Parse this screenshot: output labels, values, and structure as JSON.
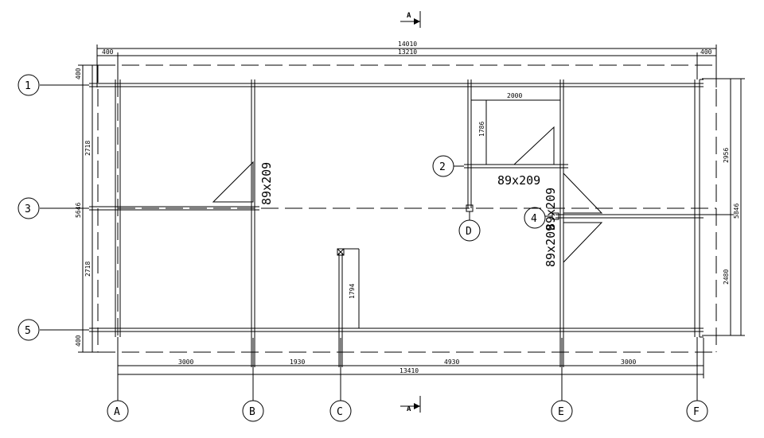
{
  "section_marker": {
    "label": "A"
  },
  "grid_bubbles": {
    "rows": [
      "1",
      "3",
      "5",
      "2",
      "4"
    ],
    "cols": [
      "A",
      "B",
      "C",
      "D",
      "E",
      "F"
    ]
  },
  "dimensions": {
    "overall_width": "14010",
    "inner_width": "13210",
    "left_offset": "400",
    "right_offset": "400",
    "top_offset": "400",
    "bottom_offset": "400",
    "left_span_upper": "2718",
    "left_span_lower": "2718",
    "left_total": "5646",
    "right_total": "5846",
    "right_upper": "2956",
    "right_lower": "2480",
    "room_width": "2000",
    "room_depth": "1786",
    "partition_len": "1794",
    "bottom_seg_1": "3000",
    "bottom_seg_2": "1930",
    "bottom_seg_3": "4930",
    "bottom_seg_4": "3000",
    "bottom_total": "13410"
  },
  "doors": {
    "door_b": "89x209",
    "door_2": "89x209",
    "door_e_upper": "89x209",
    "door_e_lower": "89x209"
  }
}
